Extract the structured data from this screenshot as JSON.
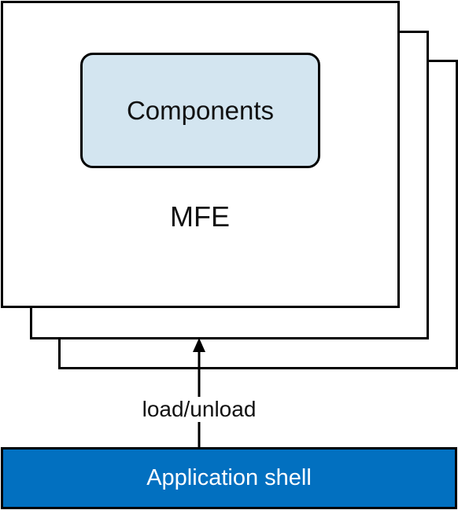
{
  "diagram": {
    "components_label": "Components",
    "mfe_label": "MFE",
    "arrow_label": "load/unload",
    "shell_label": "Application shell"
  },
  "colors": {
    "components_fill": "#d3e5f0",
    "shell_fill": "#0270c0",
    "shell_text": "#ffffff",
    "stroke": "#000000"
  }
}
